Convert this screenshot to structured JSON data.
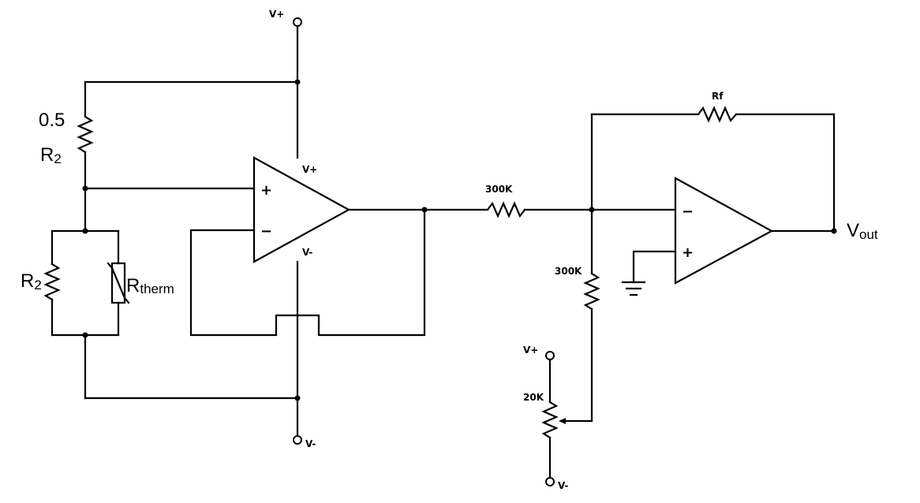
{
  "supply": {
    "vplus_top": "V+",
    "vminus_bottom": "V-",
    "vplus_pot": "V+",
    "vminus_pot": "V-"
  },
  "opamp1": {
    "vplus_pin": "V+",
    "vminus_pin": "V-",
    "plus_sign": "+",
    "minus_sign": "−"
  },
  "opamp2": {
    "plus_sign": "+",
    "minus_sign": "−"
  },
  "components": {
    "r_top_value": "0.5",
    "r_top_name": "R",
    "r_top_sub": "2",
    "r_left_name": "R",
    "r_left_sub": "2",
    "rtherm_name": "R",
    "rtherm_sub": "therm",
    "r_input": "300K",
    "r_offset": "300K",
    "r_feedback": "Rf",
    "pot": "20K"
  },
  "output": {
    "name": "V",
    "sub": "out"
  }
}
